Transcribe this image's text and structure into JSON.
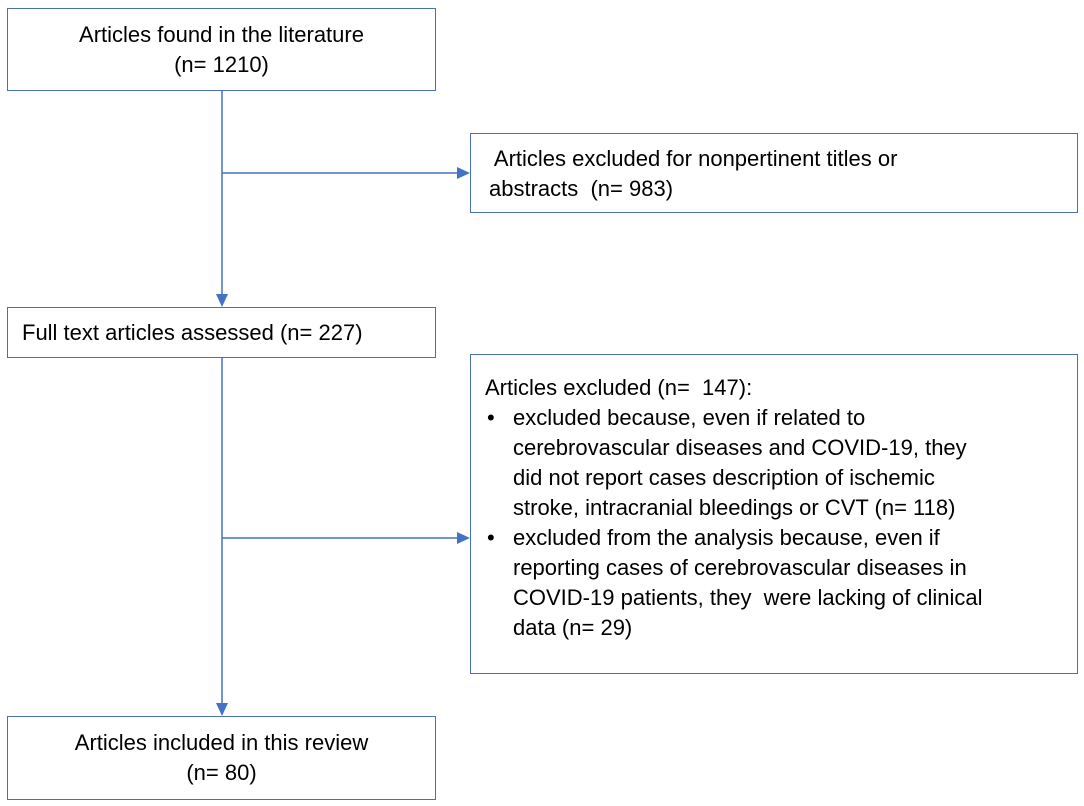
{
  "nodes": {
    "found": {
      "line1": "Articles found in the literature",
      "line2": "(n= 1210)"
    },
    "excluded_titles": {
      "line1": " Articles excluded for nonpertinent titles or",
      "line2": "abstracts  (n= 983)"
    },
    "assessed": {
      "text": "Full text articles assessed (n= 227)"
    },
    "excluded_147": {
      "heading": "Articles excluded (n=  147):",
      "bullets": [
        {
          "lines": [
            "excluded because, even if related to",
            "cerebrovascular diseases and COVID-19, they",
            "did not report cases description of ischemic",
            "stroke, intracranial bleedings or CVT (n= 118)"
          ]
        },
        {
          "lines": [
            "excluded from the analysis because, even if",
            "reporting cases of cerebrovascular diseases in",
            "COVID-19 patients, they  were lacking of clinical",
            "data (n= 29)"
          ]
        }
      ]
    },
    "included": {
      "line1": "Articles included in this review",
      "line2": "(n= 80)"
    }
  },
  "colors": {
    "line": "#4472c4",
    "border": "#4a6fb5"
  }
}
